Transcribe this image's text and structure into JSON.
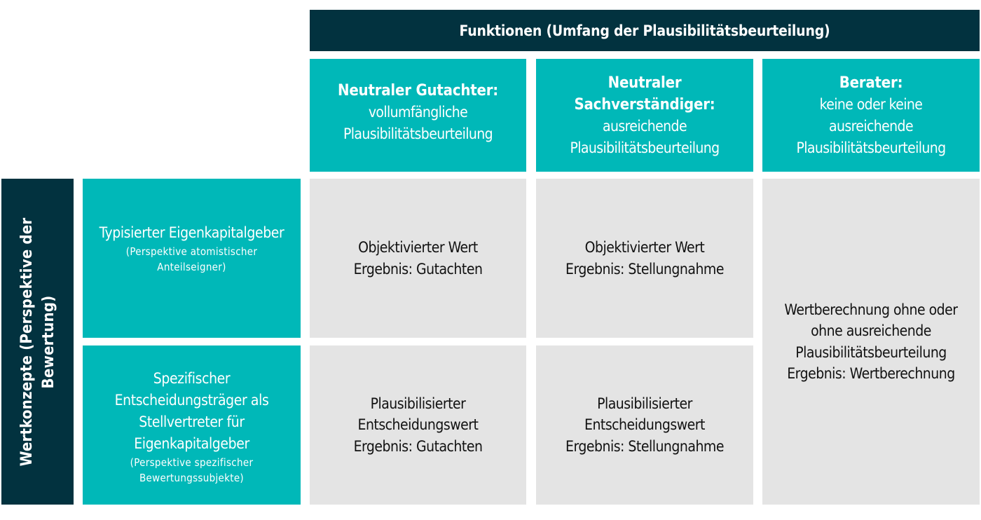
{
  "colors": {
    "dark_navy": "#02323f",
    "teal": "#00b8b8",
    "light_grey": "#e4e4e4",
    "text_dark": "#111111",
    "text_light": "#ffffff"
  },
  "top_header": {
    "title": "Funktionen (Umfang der Plausibilitätsbeurteilung)"
  },
  "left_header": {
    "line1": "Wertkonzepte (Perspektive der",
    "line2": "Bewertung)"
  },
  "columns": [
    {
      "title_lines": [
        "Neutraler Gutachter:"
      ],
      "desc_lines": [
        "vollumfängliche",
        "Plausibilitätsbeurteilung"
      ]
    },
    {
      "title_lines": [
        "Neutraler",
        "Sachverständiger:"
      ],
      "desc_lines": [
        "ausreichende",
        "Plausibilitätsbeurteilung"
      ]
    },
    {
      "title_lines": [
        "Berater:"
      ],
      "desc_lines": [
        "keine oder keine",
        "ausreichende",
        "Plausibilitätsbeurteilung"
      ]
    }
  ],
  "rows": [
    {
      "main_lines": [
        "Typisierter Eigenkapitalgeber"
      ],
      "sub_lines": [
        "(Perspektive atomistischer",
        "Anteilseigner)"
      ]
    },
    {
      "main_lines": [
        "Spezifischer",
        "Entscheidungsträger als",
        "Stellvertreter für",
        "Eigenkapitalgeber"
      ],
      "sub_lines": [
        "(Perspektive spezifischer",
        "Bewertungssubjekte)"
      ]
    }
  ],
  "cells": {
    "r1c1": [
      "Objektivierter Wert",
      "Ergebnis: Gutachten"
    ],
    "r1c2": [
      "Objektivierter Wert",
      "Ergebnis: Stellungnahme"
    ],
    "r2c1": [
      "Plausibilisierter",
      "Entscheidungswert",
      "Ergebnis: Gutachten"
    ],
    "r2c2": [
      "Plausibilisierter",
      "Entscheidungswert",
      "Ergebnis: Stellungnahme"
    ],
    "c3_merged": [
      "Wertberechnung ohne oder",
      "ohne ausreichende",
      "Plausibilitätsbeurteilung",
      "Ergebnis: Wertberechnung"
    ]
  }
}
